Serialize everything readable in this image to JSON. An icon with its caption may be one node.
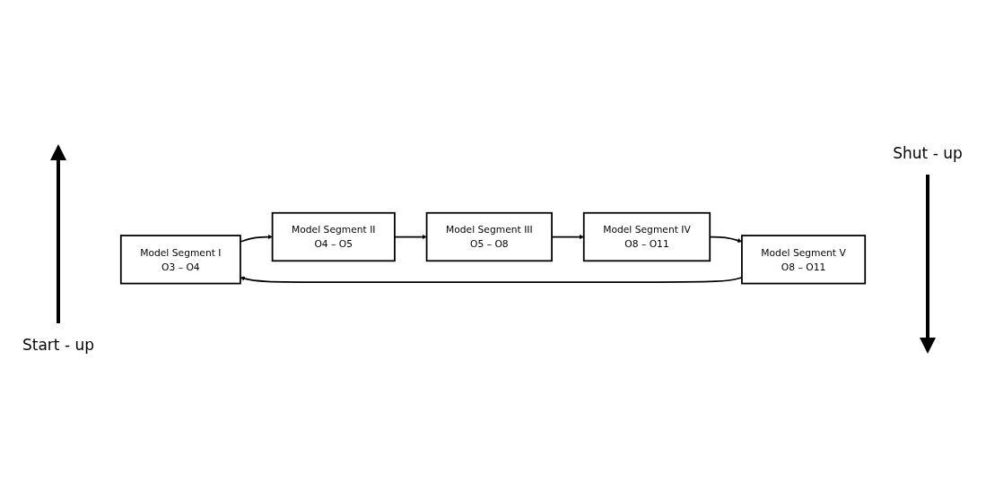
{
  "diagram": {
    "nodes": [
      {
        "text": [
          "Model Segment I",
          "O3 – O4"
        ]
      },
      {
        "text": [
          "Model Segment II",
          "O4 – O5"
        ]
      },
      {
        "text": [
          "Model Segment III",
          "O5 – O8"
        ]
      },
      {
        "text": [
          "Model Segment IV",
          "O8 – O11"
        ]
      },
      {
        "text": [
          "Model Segment V",
          "O8 – O11"
        ]
      }
    ],
    "edges": [
      {
        "from": 0,
        "to": 1,
        "arrow": "to"
      },
      {
        "from": 1,
        "to": 2,
        "arrow": "to"
      },
      {
        "from": 2,
        "to": 3,
        "arrow": "to"
      },
      {
        "from": 3,
        "to": 4,
        "arrow": "to"
      },
      {
        "from": 4,
        "to": 0,
        "arrow": "to"
      }
    ],
    "labels": [
      "Start - up",
      "Shut - up"
    ]
  }
}
